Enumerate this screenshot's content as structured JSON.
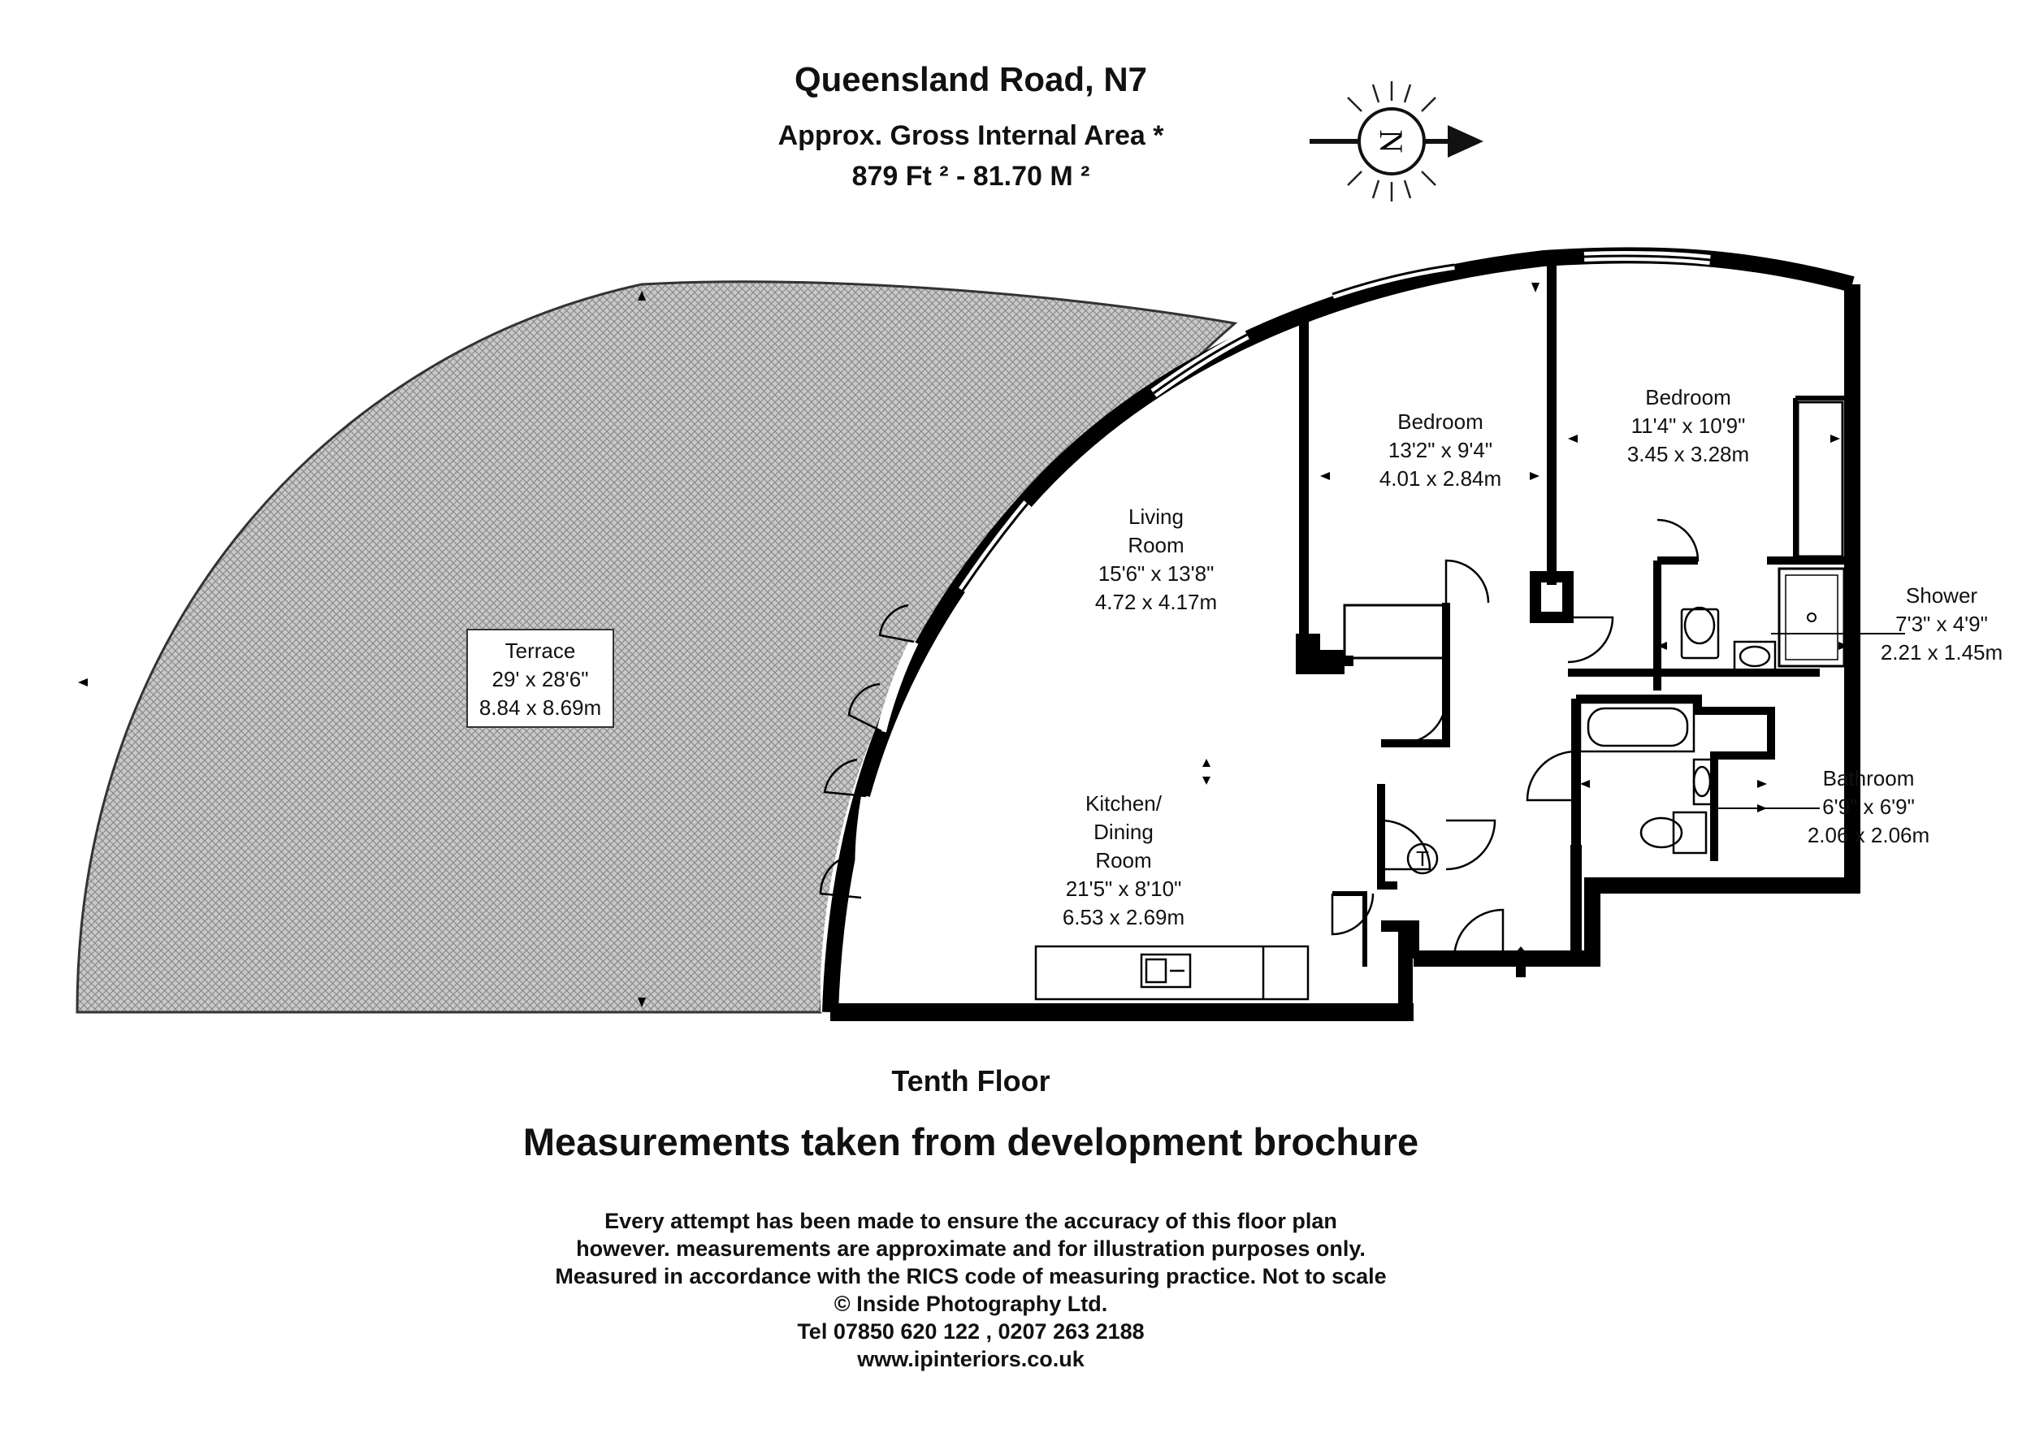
{
  "header": {
    "title": "Queensland Road, N7",
    "area_label": "Approx. Gross Internal Area *",
    "area_value": "879 Ft ² - 81.70 M ²"
  },
  "compass": {
    "letter": "N",
    "icon": "compass-rose-icon"
  },
  "rooms": {
    "terrace": {
      "name": "Terrace",
      "imperial": "29' x 28'6\"",
      "metric": "8.84 x 8.69m"
    },
    "living": {
      "name_line1": "Living",
      "name_line2": "Room",
      "imperial": "15'6\" x 13'8\"",
      "metric": "4.72 x 4.17m"
    },
    "bedroom1": {
      "name": "Bedroom",
      "imperial": "13'2\" x 9'4\"",
      "metric": "4.01 x 2.84m"
    },
    "bedroom2": {
      "name": "Bedroom",
      "imperial": "11'4\" x 10'9\"",
      "metric": "3.45 x 3.28m"
    },
    "shower": {
      "name": "Shower",
      "imperial": "7'3\" x 4'9\"",
      "metric": "2.21 x 1.45m"
    },
    "bathroom": {
      "name": "Bathroom",
      "imperial": "6'9\" x 6'9\"",
      "metric": "2.06 x 2.06m"
    },
    "kitchen": {
      "name_line1": "Kitchen/",
      "name_line2": "Dining",
      "name_line3": "Room",
      "imperial": "21'5\" x 8'10\"",
      "metric": "6.53 x 2.69m"
    },
    "cupboard": {
      "label": "T"
    }
  },
  "footer": {
    "floor": "Tenth Floor",
    "headline": "Measurements taken from development brochure",
    "disclaimer": [
      "Every attempt has been made to ensure the accuracy of this floor plan",
      "however. measurements are approximate and for illustration purposes only.",
      "Measured in accordance with the RICS code of measuring practice. Not to scale",
      "© Inside Photography Ltd.",
      "Tel 07850 620 122 , 0207 263 2188",
      "www.ipinteriors.co.uk"
    ]
  }
}
